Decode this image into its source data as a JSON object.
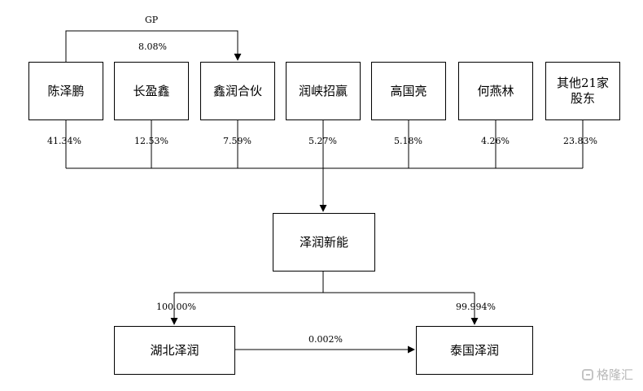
{
  "shareholders": [
    {
      "name": "陈泽鹏",
      "pct": "41.34%"
    },
    {
      "name": "长盈鑫",
      "pct": "12.53%"
    },
    {
      "name": "鑫润合伙",
      "pct": "7.59%"
    },
    {
      "name": "润峡招赢",
      "pct": "5.27%"
    },
    {
      "name": "高国亮",
      "pct": "5.18%"
    },
    {
      "name": "何燕林",
      "pct": "4.26%"
    },
    {
      "name": "其他21家股东",
      "pct": "23.83%",
      "lines": [
        "其他21家",
        "股东"
      ]
    }
  ],
  "gp": {
    "label": "GP",
    "pct": "8.08%"
  },
  "company": "泽润新能",
  "subsidiaries": [
    {
      "name": "湖北泽润",
      "pct": "100.00%"
    },
    {
      "name": "泰国泽润",
      "pct": "99.994%"
    }
  ],
  "sub_link_pct": "0.002%",
  "watermark": "格隆汇"
}
